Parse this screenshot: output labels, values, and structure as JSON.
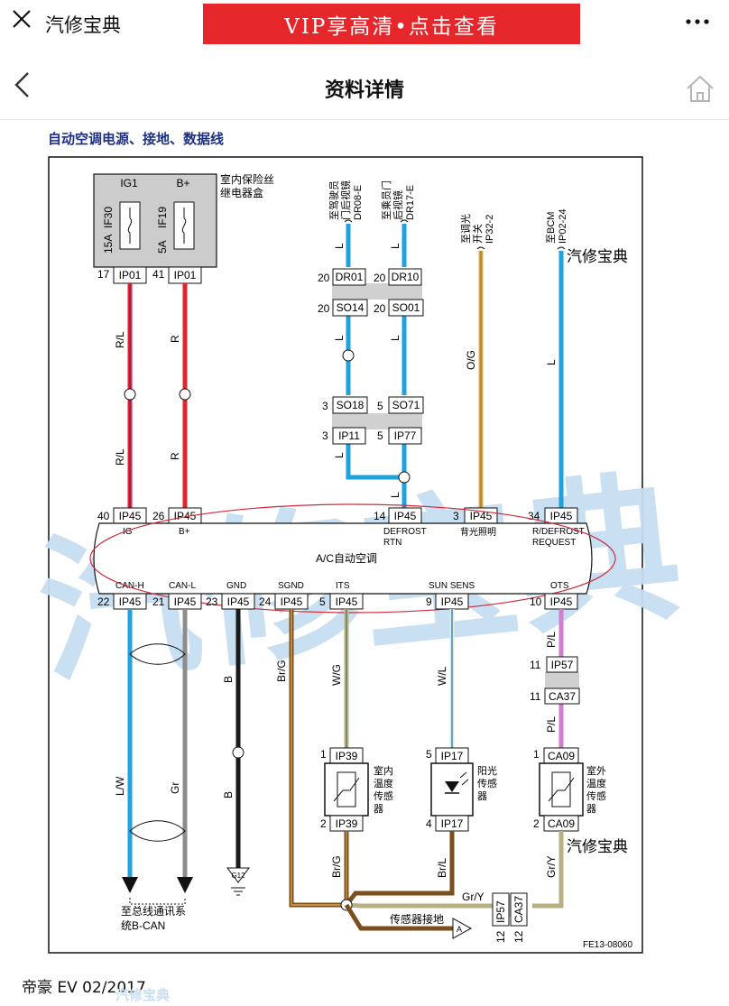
{
  "app": {
    "close_icon": "close-icon",
    "title": "汽修宝典",
    "vip_banner": "VIP享高清•点击查看",
    "more_icon": "more-dots-icon"
  },
  "nav": {
    "back_icon": "chevron-left-icon",
    "title": "资料详情",
    "home_icon": "home-icon"
  },
  "diagram": {
    "subtitle": "自动空调电源、接地、数据线",
    "fuse_box": {
      "label_line1": "室内保险丝",
      "label_line2": "继电器盒",
      "fuse1_top": "IG1",
      "fuse1_amp": "15A",
      "fuse1_id": "IF30",
      "fuse2_top": "B+",
      "fuse2_amp": "5A",
      "fuse2_id": "IF19"
    },
    "pin_labels": {
      "p17": "17",
      "p41": "41",
      "p20": "20",
      "p3": "3",
      "p5": "5",
      "p40": "40",
      "p26": "26",
      "p14": "14",
      "p34": "34",
      "p22": "22",
      "p21": "21",
      "p23": "23",
      "p24": "24",
      "p9": "9",
      "p10": "10",
      "p11": "11",
      "p1": "1",
      "p2": "2",
      "p4": "4",
      "p12": "12"
    },
    "connectors": {
      "ip01": "IP01",
      "dr01": "DR01",
      "dr10": "DR10",
      "so14": "SO14",
      "so01": "SO01",
      "so18": "SO18",
      "so71": "SO71",
      "ip11": "IP11",
      "ip77": "IP77",
      "ip45": "IP45",
      "ip57": "IP57",
      "ca37": "CA37",
      "ip39": "IP39",
      "ip17": "IP17",
      "ca09": "CA09"
    },
    "destinations": {
      "driver_mirror": [
        "至驾驶员",
        "门后视镜",
        "DR08-E"
      ],
      "passenger_mirror": [
        "至乘员门",
        "后视镜",
        "DR17-E"
      ],
      "ac_switch": [
        "至调光",
        "开关",
        "IP32-2"
      ],
      "bcm": [
        "至BCM",
        "IP02-24"
      ]
    },
    "wire_colors": {
      "rl": "R/L",
      "r": "R",
      "l": "L",
      "og": "O/G",
      "lw": "L/W",
      "gr": "Gr",
      "b": "B",
      "brg": "Br/G",
      "wg": "W/G",
      "wl": "W/L",
      "pl": "P/L",
      "brl": "Br/L",
      "gry": "Gr/Y"
    },
    "module": {
      "name": "A/C自动空调",
      "top_pins": [
        "IG",
        "B+",
        "DEFROST",
        "RTN",
        "背光照明",
        "R/DEFROST",
        "REQUEST"
      ],
      "bottom_pins": [
        "CAN-H",
        "CAN-L",
        "GND",
        "SGND",
        "ITS",
        "SUN SENS",
        "OTS"
      ]
    },
    "sensors": {
      "indoor": [
        "室内",
        "温度",
        "传感",
        "器"
      ],
      "sunlight": [
        "阳光",
        "传感",
        "器"
      ],
      "outdoor": [
        "室外",
        "温度",
        "传感",
        "器"
      ]
    },
    "ground_label": "G12",
    "sensor_ground": "传感器接地",
    "ref_a": "A",
    "bus_label_line1": "至总线通讯系",
    "bus_label_line2": "统B-CAN",
    "watermark_small": "汽修宝典",
    "watermark_big": "汽修宝典",
    "figure_code": "FE13-08060",
    "colors": {
      "red": "#e0262b",
      "redlight": "#d62b55",
      "blue": "#1fa2dd",
      "gold": "#d9a94a",
      "gray": "#8c8c8c",
      "black": "#1a1a1a",
      "brown": "#7a4e1e",
      "pink": "#d17ed0",
      "olive": "#b8b080",
      "watermark": "#c7def2",
      "ellipse": "#d02a3a"
    }
  },
  "footer": {
    "text": "帝豪 EV 02/2017",
    "watermark": "汽修宝典"
  }
}
